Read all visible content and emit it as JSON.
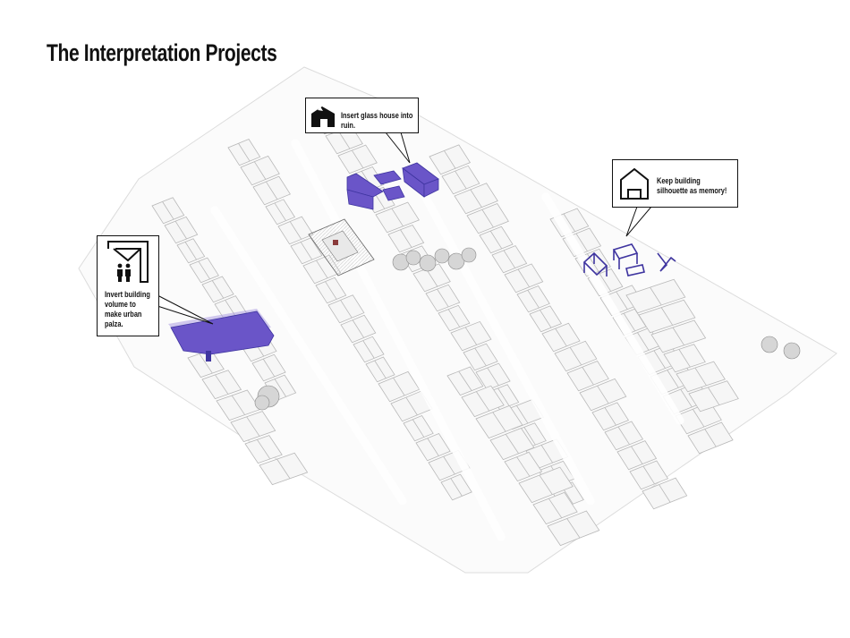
{
  "title": "The Interpretation Projects",
  "colors": {
    "accent": "#6a55c8",
    "accent_outline": "#4a3fb0",
    "building_stroke": "#b9b9b9",
    "building_fill": "#f6f6f6",
    "text": "#111111"
  },
  "callouts": [
    {
      "id": "glass-house",
      "icon": "ruin-house-icon",
      "text": "Insert glass house into ruin."
    },
    {
      "id": "silhouette",
      "icon": "house-outline-icon",
      "text": "Keep building silhouette as memory!"
    },
    {
      "id": "invert-volume",
      "icon": "inverted-house-people-icon",
      "text": "Invert building volume to make urban palza."
    }
  ]
}
